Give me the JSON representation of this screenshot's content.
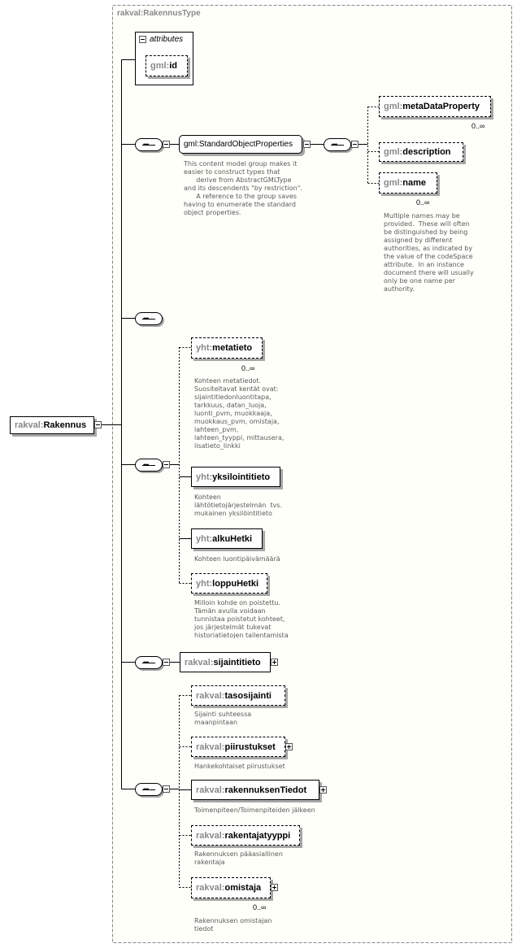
{
  "diagram": {
    "title": "rakval:RakennusType",
    "root": {
      "ns": "rakval:",
      "name": "Rakennus"
    },
    "attributes": {
      "label": "attributes",
      "items": [
        {
          "ns": "gml:",
          "name": "id"
        }
      ]
    },
    "standard_object_properties": {
      "label": "gml:StandardObjectProperties",
      "annotation": "This content model group makes it\neasier to construct types that\n      derive from AbstractGMLType\nand its descendents \"by restriction\".\n      A reference to the group saves\nhaving to enumerate the standard\nobject properties.",
      "children": [
        {
          "ns": "gml:",
          "name": "metaDataProperty",
          "occurs": "0..∞"
        },
        {
          "ns": "gml:",
          "name": "description"
        },
        {
          "ns": "gml:",
          "name": "name",
          "occurs": "0..∞",
          "annotation": "Multiple names may be\nprovided.  These will often\nbe distinguished by being\nassigned by different\nauthorities, as indicated by\nthe value of the codeSpace\nattribute.  In an instance\ndocument there will usually\nonly be one name per\nauthority."
        }
      ]
    },
    "yht_elements": [
      {
        "ns": "yht:",
        "name": "metatieto",
        "occurs": "0..∞",
        "annotation": "Kohteen metatiedot.\nSuositeltavat kentät ovat:\nsijaintitiedonluontitapa,\ntarkkuus, datan_luoja,\nluonti_pvm, muokkaaja,\nmuokkaus_pvm, omistaja,\nlahteen_pvm,\nlahteen_tyyppi, mittausera,\nlisatieto_linkki"
      },
      {
        "ns": "yht:",
        "name": "yksilointitieto",
        "annotation": "Kohteen\nlähtötietojärjestelmän  tvs.\nmukainen yksilöintitieto"
      },
      {
        "ns": "yht:",
        "name": "alkuHetki",
        "annotation": "Kohteen luontipäivämäärä"
      },
      {
        "ns": "yht:",
        "name": "loppuHetki",
        "annotation": "Milloin kohde on poistettu.\nTämän avulla voidaan\ntunnistaa poistetut kohteet,\njos järjestelmät tukevat\nhistoriatietojen tallentamista"
      }
    ],
    "sijaintitieto": {
      "ns": "rakval:",
      "name": "sijaintitieto"
    },
    "rakval_elements": [
      {
        "ns": "rakval:",
        "name": "tasosijainti",
        "annotation": "Sijainti suhteessa\nmaanpintaan"
      },
      {
        "ns": "rakval:",
        "name": "piirustukset",
        "annotation": "Hankekohtaiset piirustukset"
      },
      {
        "ns": "rakval:",
        "name": "rakennuksenTiedot",
        "annotation": "Toimenpiteen/Toimenpiteiden jälkeen"
      },
      {
        "ns": "rakval:",
        "name": "rakentajatyyppi",
        "annotation": "Rakennuksen pääasiallinen\nrakentaja"
      },
      {
        "ns": "rakval:",
        "name": "omistaja",
        "occurs": "0..∞",
        "annotation": "Rakennuksen omistajan\ntiedot"
      }
    ]
  }
}
